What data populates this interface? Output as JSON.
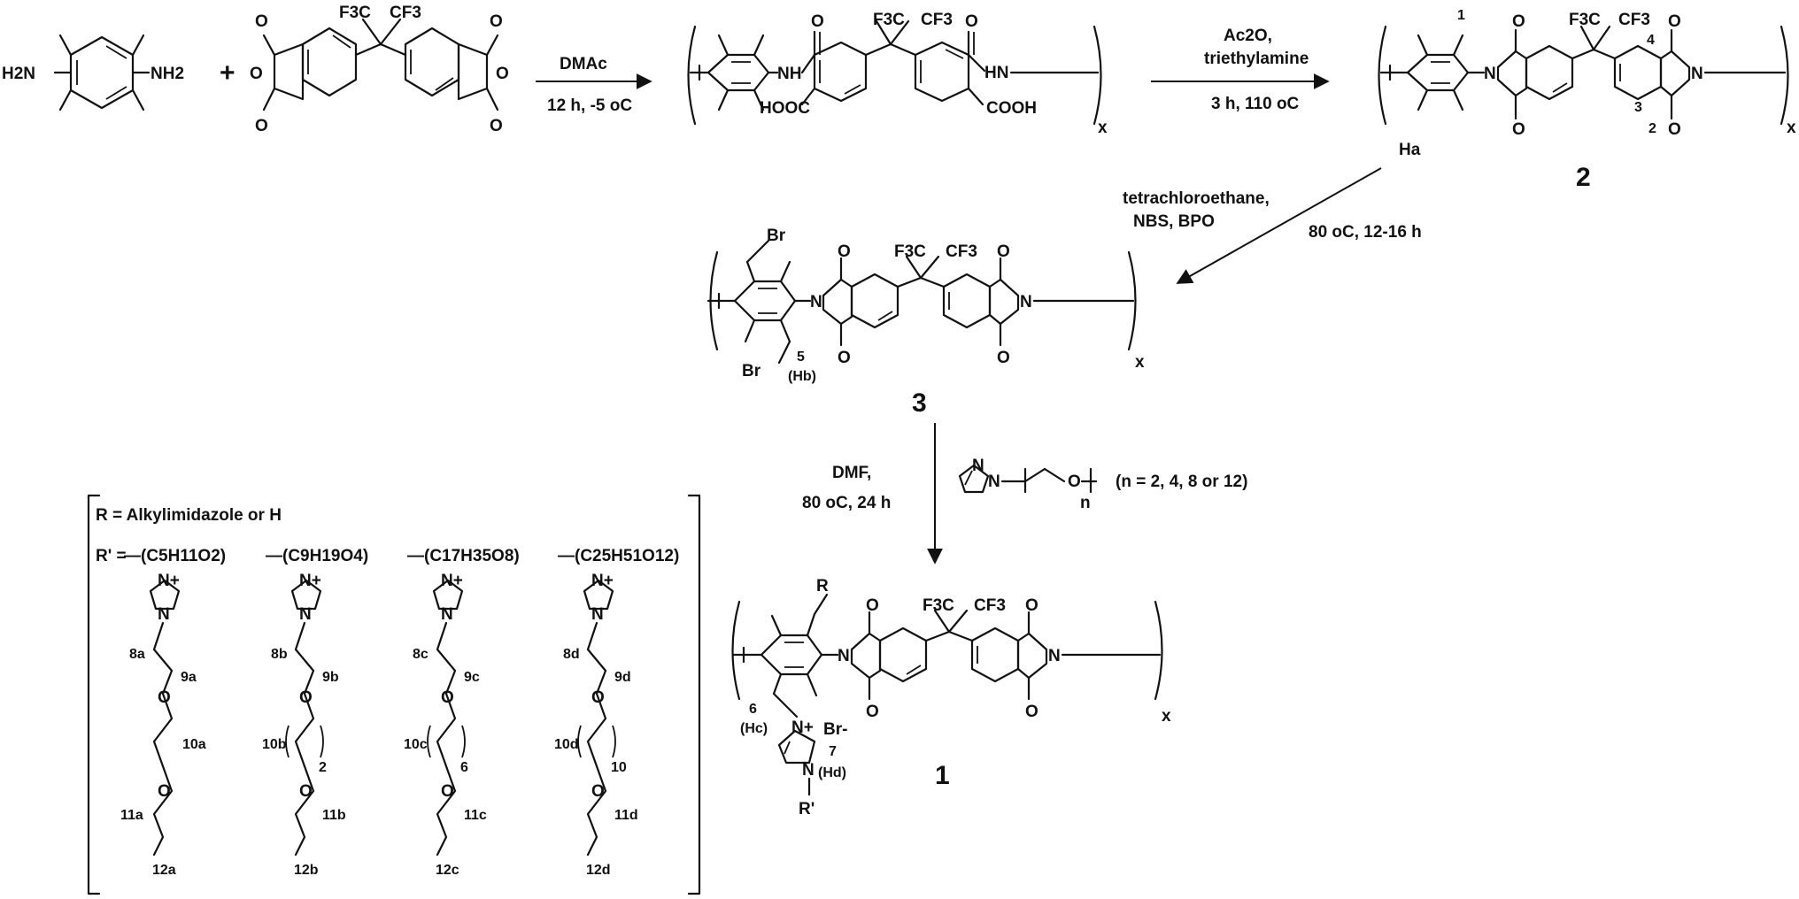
{
  "reactants": {
    "diamine": {
      "left_group": "H2N",
      "right_group": "NH2",
      "plus": "+"
    },
    "dianhydride": {
      "cf3_left": "F3C",
      "cf3_right": "CF3",
      "carbonyl": "O",
      "ring_o": "O"
    }
  },
  "step1": {
    "above": "DMAc",
    "below": "12 h, -5 oC"
  },
  "polyamic_acid": {
    "nh_left": "NH",
    "nh_right": "HN",
    "cooh_left": "HOOC",
    "cooh_right": "COOH",
    "carbonyl": "O",
    "cf3_left": "F3C",
    "cf3_right": "CF3",
    "repeat": "x"
  },
  "step2": {
    "above_1": "Ac2O,",
    "above_2": "triethylamine",
    "below": "3 h, 110 oC"
  },
  "polymer2": {
    "label": "2",
    "n": "N",
    "ha": "Ha",
    "positions": [
      "1",
      "2",
      "3",
      "4"
    ],
    "cf3_left": "F3C",
    "cf3_right": "CF3",
    "carbonyl": "O",
    "repeat": "x"
  },
  "step3": {
    "line1": "tetrachloroethane,",
    "line2": "NBS, BPO",
    "line3": "80 oC, 12-16 h"
  },
  "polymer3": {
    "label": "3",
    "br": "Br",
    "n": "N",
    "position": "5",
    "hb": "(Hb)",
    "cf3_left": "F3C",
    "cf3_right": "CF3",
    "carbonyl": "O",
    "repeat": "x"
  },
  "step4": {
    "line1": "DMF,",
    "line2": "80 oC, 24 h",
    "reagent_n": "N",
    "reagent_o": "O",
    "reagent_sub": "n",
    "reagent_note": "(n = 2, 4, 8 or 12)"
  },
  "polymer1": {
    "label": "1",
    "r": "R",
    "n": "N",
    "n_plus": "N+",
    "br_minus": "Br-",
    "r_prime": "R'",
    "positions": [
      "6",
      "7"
    ],
    "hc": "(Hc)",
    "hd": "(Hd)",
    "cf3_left": "F3C",
    "cf3_right": "CF3",
    "carbonyl": "O",
    "repeat": "x"
  },
  "legend": {
    "r_def": "R = Alkylimidazole or H",
    "r_prime_prefix": "R' =",
    "chains": [
      {
        "formula": "—(C5H11O2)",
        "labels": [
          "8a",
          "9a",
          "10a",
          "11a",
          "12a"
        ],
        "repeat": ""
      },
      {
        "formula": "—(C9H19O4)",
        "labels": [
          "8b",
          "9b",
          "10b",
          "11b",
          "12b"
        ],
        "repeat": "2"
      },
      {
        "formula": "—(C17H35O8)",
        "labels": [
          "8c",
          "9c",
          "10c",
          "11c",
          "12c"
        ],
        "repeat": "6"
      },
      {
        "formula": "—(C25H51O12)",
        "labels": [
          "8d",
          "9d",
          "10d",
          "11d",
          "12d"
        ],
        "repeat": "10"
      }
    ],
    "n_plus": "N+",
    "n": "N",
    "o": "O"
  }
}
